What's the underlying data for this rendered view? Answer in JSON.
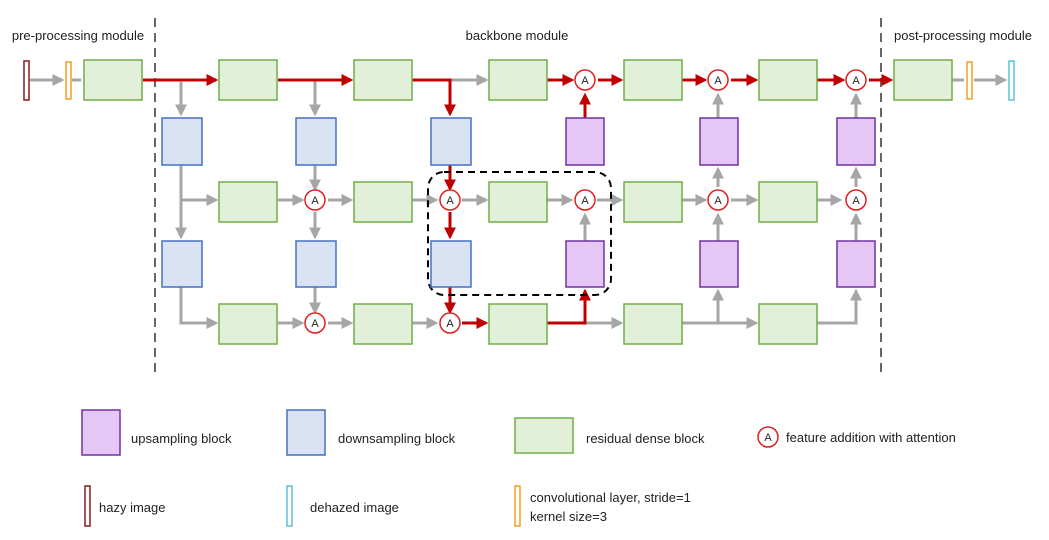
{
  "modules": {
    "pre": "pre-processing module",
    "backbone": "backbone module",
    "post": "post-processing module"
  },
  "attention_glyph": "A",
  "legend": {
    "upsampling": "upsampling block",
    "downsampling": "downsampling block",
    "residual_dense": "residual dense block",
    "attention": "feature addition with attention",
    "hazy": "hazy image",
    "dehazed": "dehazed image",
    "conv_line1": "convolutional layer, stride=1",
    "conv_line2": "kernel size=3"
  },
  "colors": {
    "rdb_fill": "#e2f0d9",
    "rdb_stroke": "#70ad47",
    "down_fill": "#dae3f3",
    "down_stroke": "#4472c4",
    "up_fill": "#e6c6f5",
    "up_stroke": "#7030a0",
    "hazy_stroke": "#8b1a1a",
    "dehazed_stroke": "#5bc0de",
    "conv_stroke": "#f0a020",
    "attention_stroke": "#e02020",
    "path_highlight": "#c00000",
    "path_normal": "#a6a6a6"
  }
}
